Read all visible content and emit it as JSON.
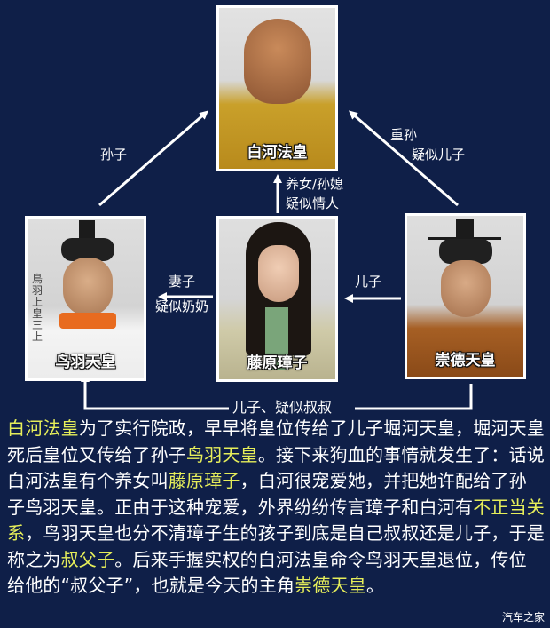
{
  "diagram": {
    "background_color": "#0f1f48",
    "highlight_color": "#e6ee5a",
    "people": [
      {
        "id": "shirakawa",
        "name": "白河法皇",
        "position": "top-center"
      },
      {
        "id": "toba",
        "name": "鸟羽天皇",
        "position": "middle-left",
        "side_inscription": "鳥羽上皇 三上"
      },
      {
        "id": "tamako",
        "name": "藤原璋子",
        "position": "middle-center"
      },
      {
        "id": "sutoku",
        "name": "崇德天皇",
        "position": "middle-right"
      }
    ],
    "relations": [
      {
        "from": "toba",
        "to": "shirakawa",
        "lines": [
          "孙子"
        ]
      },
      {
        "from": "sutoku",
        "to": "shirakawa",
        "lines": [
          "重孙",
          "疑似儿子"
        ]
      },
      {
        "from": "tamako",
        "to": "shirakawa",
        "lines": [
          "养女/孙媳",
          "疑似情人"
        ]
      },
      {
        "from": "tamako",
        "to": "toba",
        "lines": [
          "妻子",
          "疑似奶奶"
        ]
      },
      {
        "from": "sutoku",
        "to": "tamako",
        "lines": [
          "儿子"
        ]
      },
      {
        "from": "sutoku",
        "to": "toba",
        "lines": [
          "儿子、疑似叔叔"
        ]
      }
    ]
  },
  "story": {
    "segments": [
      {
        "text": "白河法皇",
        "highlight": true
      },
      {
        "text": "为了实行院政，早早将皇位传给了儿子堀河天皇，堀河天皇死后皇位又传给了孙子",
        "highlight": false
      },
      {
        "text": "鸟羽天皇",
        "highlight": true
      },
      {
        "text": "。接下来狗血的事情就发生了：话说白河法皇有个养女叫",
        "highlight": false
      },
      {
        "text": "藤原璋子",
        "highlight": true
      },
      {
        "text": "，白河很宠爱她，并把她许配给了孙子鸟羽天皇。正由于这种宠爱，外界纷纷传言璋子和白河有",
        "highlight": false
      },
      {
        "text": "不正当关系",
        "highlight": true
      },
      {
        "text": "，鸟羽天皇也分不清璋子生的孩子到底是自己叔叔还是儿子，于是称之为",
        "highlight": false
      },
      {
        "text": "叔父子",
        "highlight": true
      },
      {
        "text": "。后来手握实权的白河法皇命令鸟羽天皇退位，传位给他的“叔父子”，也就是今天的主角",
        "highlight": false
      },
      {
        "text": "崇德天皇",
        "highlight": true
      },
      {
        "text": "。",
        "highlight": false
      }
    ]
  },
  "watermark": "汽车之家"
}
